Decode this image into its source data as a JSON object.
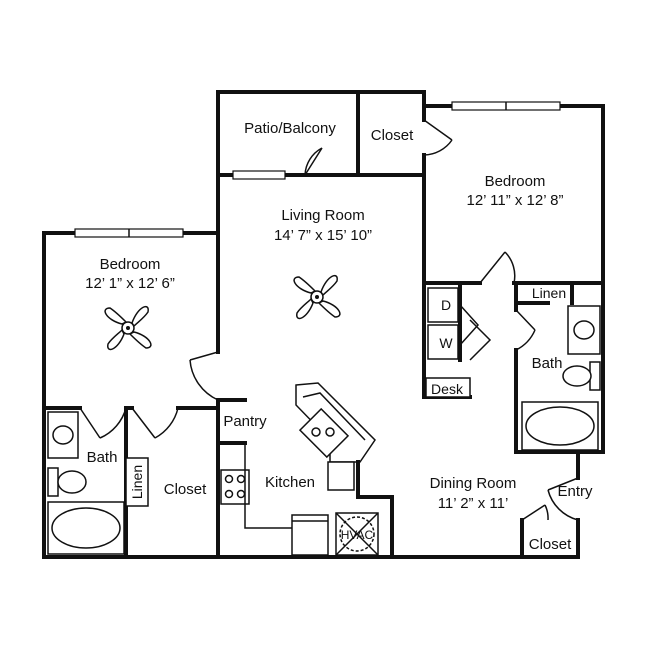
{
  "rooms": {
    "patio": {
      "name": "Patio/Balcony"
    },
    "closet_top": {
      "name": "Closet"
    },
    "bedroom_right": {
      "name": "Bedroom",
      "size": "12’ 11” x 12’ 8”"
    },
    "living": {
      "name": "Living Room",
      "size": "14’ 7” x 15’ 10”"
    },
    "bedroom_left": {
      "name": "Bedroom",
      "size": "12’ 1” x 12’ 6”"
    },
    "linen_right": {
      "name": "Linen"
    },
    "bath_right": {
      "name": "Bath"
    },
    "desk": {
      "name": "Desk"
    },
    "pantry": {
      "name": "Pantry"
    },
    "bath_left": {
      "name": "Bath"
    },
    "linen_left": {
      "name": "Linen"
    },
    "closet_left": {
      "name": "Closet"
    },
    "kitchen": {
      "name": "Kitchen"
    },
    "dining": {
      "name": "Dining Room",
      "size": "11’ 2” x 11’"
    },
    "entry": {
      "name": "Entry"
    },
    "closet_entry": {
      "name": "Closet"
    }
  },
  "appliances": {
    "dryer": "D",
    "washer": "W",
    "hvac": "HVAC"
  }
}
